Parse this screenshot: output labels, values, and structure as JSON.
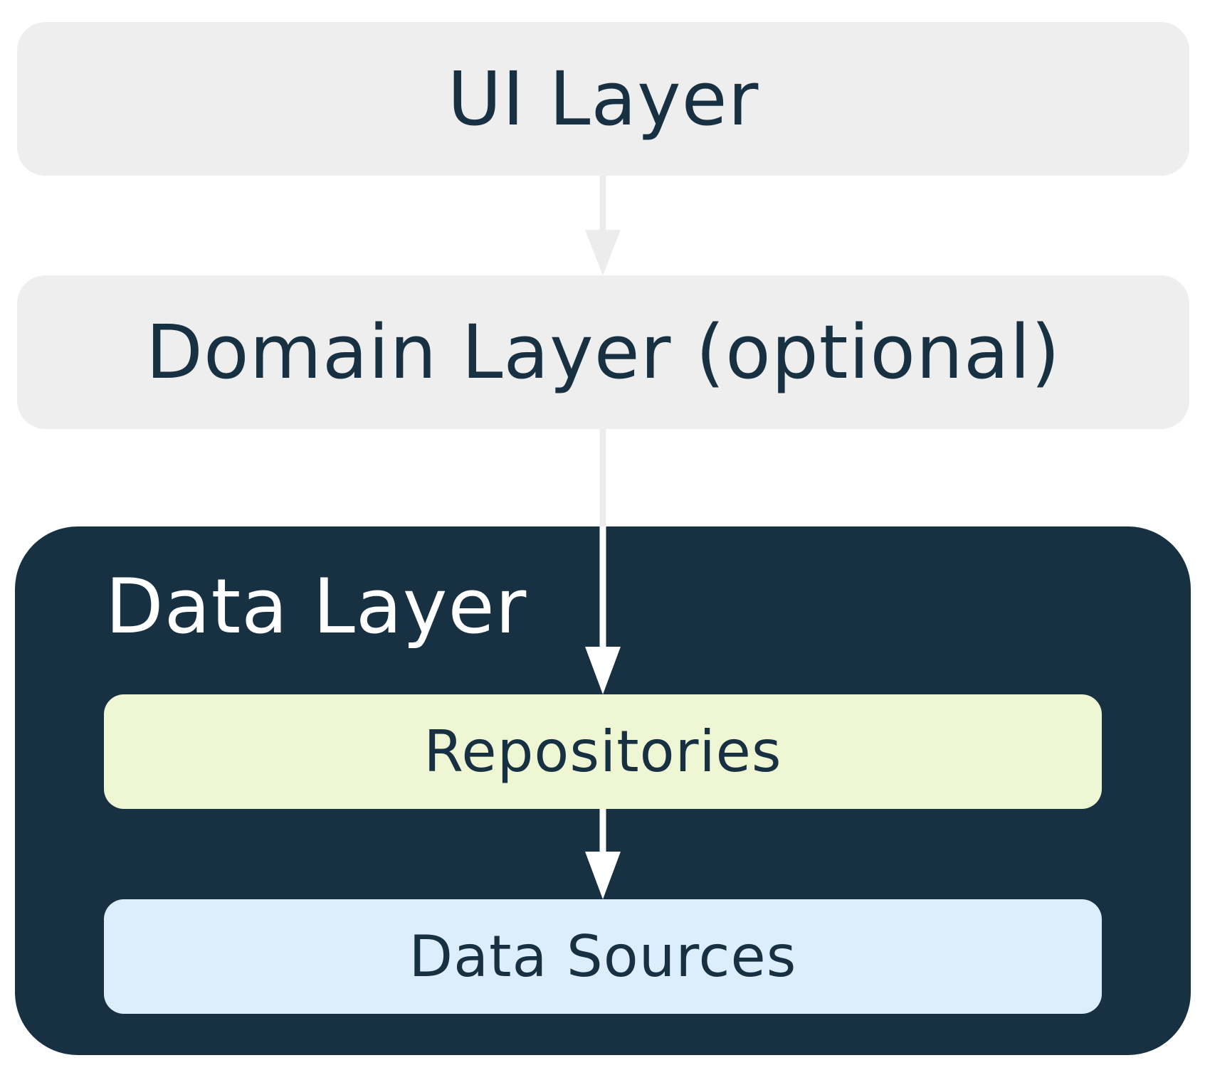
{
  "diagram": {
    "ui_layer": {
      "label": "UI Layer"
    },
    "domain_layer": {
      "label": "Domain Layer (optional)"
    },
    "data_layer": {
      "label": "Data Layer",
      "repositories": {
        "label": "Repositories"
      },
      "data_sources": {
        "label": "Data Sources"
      }
    }
  },
  "colors": {
    "light_box": "#eeeeee",
    "dark_text": "#173042",
    "data_layer_bg": "#173042",
    "data_layer_text": "#ffffff",
    "repositories_bg": "#eff6d4",
    "data_sources_bg": "#dcedfb",
    "arrow_light": "#ececec",
    "arrow_dark": "#ffffff"
  }
}
